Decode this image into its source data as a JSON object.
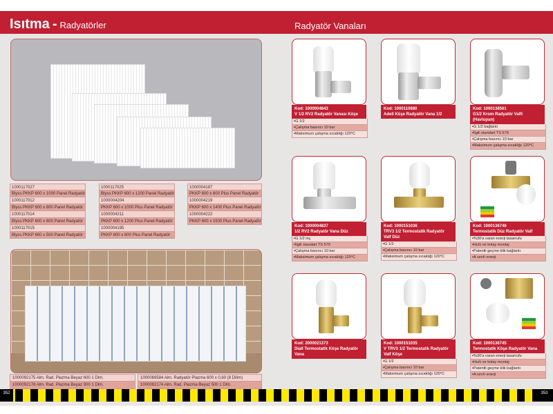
{
  "header": {
    "left_title": "Isıtma",
    "left_separator": "-",
    "left_subtitle": "Radyatörler",
    "right_title": "Radyatör Vanaları"
  },
  "colors": {
    "brand_red": "#c11f32",
    "stripe_yellow": "#ffe800",
    "stripe_black": "#000000",
    "table_light": "#f4d4ce",
    "table_dark": "#e0a39a"
  },
  "panel_radiator_tables": [
    {
      "rows": [
        {
          "code": "1000117027",
          "name": "Blyss PKKP 600 x 1000 Panel Radyatör"
        },
        {
          "code": "1000117012",
          "name": "Blyss PKKP 600 x 800 Panel Radyatör"
        },
        {
          "code": "1000117014",
          "name": "Blyss PKKP 600 x 600 Panel Radyatör"
        },
        {
          "code": "1000117015",
          "name": "Blyss PKKP 600 x 500 Panel Radyatör"
        }
      ]
    },
    {
      "rows": [
        {
          "code": "1000117025",
          "name": "Blyss PKKP 600 x 1200 Panel Radyatör"
        },
        {
          "code": "1000004204",
          "name": "PKKP 600 x 1000  Plus Panel Radyatör"
        },
        {
          "code": "1000004211",
          "name": "PKKP 600 x 1200  Plus Panel Radyatör"
        },
        {
          "code": "1000004195",
          "name": "PKKP 600 x 800 Plus Panel Radyatör"
        }
      ]
    },
    {
      "rows": [
        {
          "code": "1000004187",
          "name": "PKKP 600 x 600 Plus Panel Radyatör"
        },
        {
          "code": "1000004219",
          "name": "PKKP 600 x 1400 Plus Panel Radyatör"
        },
        {
          "code": "1000004222",
          "name": "PKKP 600 x 1500 Plus Panel Radyatör"
        }
      ]
    }
  ],
  "aluminium_tables": [
    {
      "rows": [
        "1000092175 Alm. Rad. Plazma Beyaz 600 1 Dlm.",
        "1000092178 Alm. Rad. Plazma Beyaz 900 1 Dlm."
      ]
    },
    {
      "rows": [
        "1000069584 Alm. Radyatör Plazma 600 x 0,60 (8 Dilim)",
        "1000092174 Alm. Rad. Plazma Beyaz 500 1 Dlm."
      ]
    }
  ],
  "valves": [
    {
      "code": "Kod: 1000004843",
      "name": "V 1/2 RV2 Radyatör Vanası Köşe",
      "specs": [
        "G 1/2",
        "Çalışma basıncı 10 bar",
        "Maksimum çalışma sıcaklığı 120°C"
      ]
    },
    {
      "code": "Kod: 1000110880",
      "name": "Adell Köşe Radyatör Vana 1/2",
      "specs": []
    },
    {
      "code": "Kod: 1000138561",
      "name": "G1/2 Krom Radyatör Valfi (Havlupan)",
      "specs": [
        "G 1/2 bağlantı",
        "İlgili standart TS 579",
        "Çalışma basıncı 10 bar",
        "Maksimum çalışma sıcaklığı 120°C"
      ]
    },
    {
      "code": "Kod: 1000004837",
      "name": "1/2 RV2 Radyatör Vana Düz",
      "specs": [
        "G 1/2 inç",
        "İlgili standart TS 579",
        "Çalışma basıncı 10 bar",
        "Maksimum çalışma sıcaklığı 120°C"
      ]
    },
    {
      "code": "Kod: 1000151036",
      "name": "TRV3 1/2 Termostatik Radyatör Valf Düz",
      "specs": [
        "G 1/2",
        "Çalışma basıncı 10 bar",
        "Maksimum çalışma sıcaklığı 120°C"
      ]
    },
    {
      "code": "Kod: 1000136746",
      "name": "Termostatik Düz Radyatör Valf",
      "specs": [
        "%30'a varan enerji tasarrufu",
        "Hızlı ve kolay montaj",
        "Patentli geçme klik bağlantı",
        "A sınıfı enerji"
      ]
    },
    {
      "code": "Kod: 2000021373",
      "name": "Diall Termostatik Köşe Radyatör Vana",
      "specs": []
    },
    {
      "code": "Kod: 1000151035",
      "name": "V TRV3 1/2 Termostatik Radyatör Valf Köşe",
      "specs": [
        "G 1/2",
        "Çalışma basıncı 10 bar",
        "Maksimum çalışma sıcaklığı 120°C"
      ]
    },
    {
      "code": "Kod: 1000136745",
      "name": "Termostatik Köşe Radyatör Vana",
      "specs": [
        "%30'a varan enerji tasarrufu",
        "Hızlı ve kolay montaj",
        "Patentli geçme klik bağlantı",
        "A sınıfı enerji"
      ]
    }
  ],
  "footer": {
    "page_left": "352",
    "page_right": "353"
  }
}
